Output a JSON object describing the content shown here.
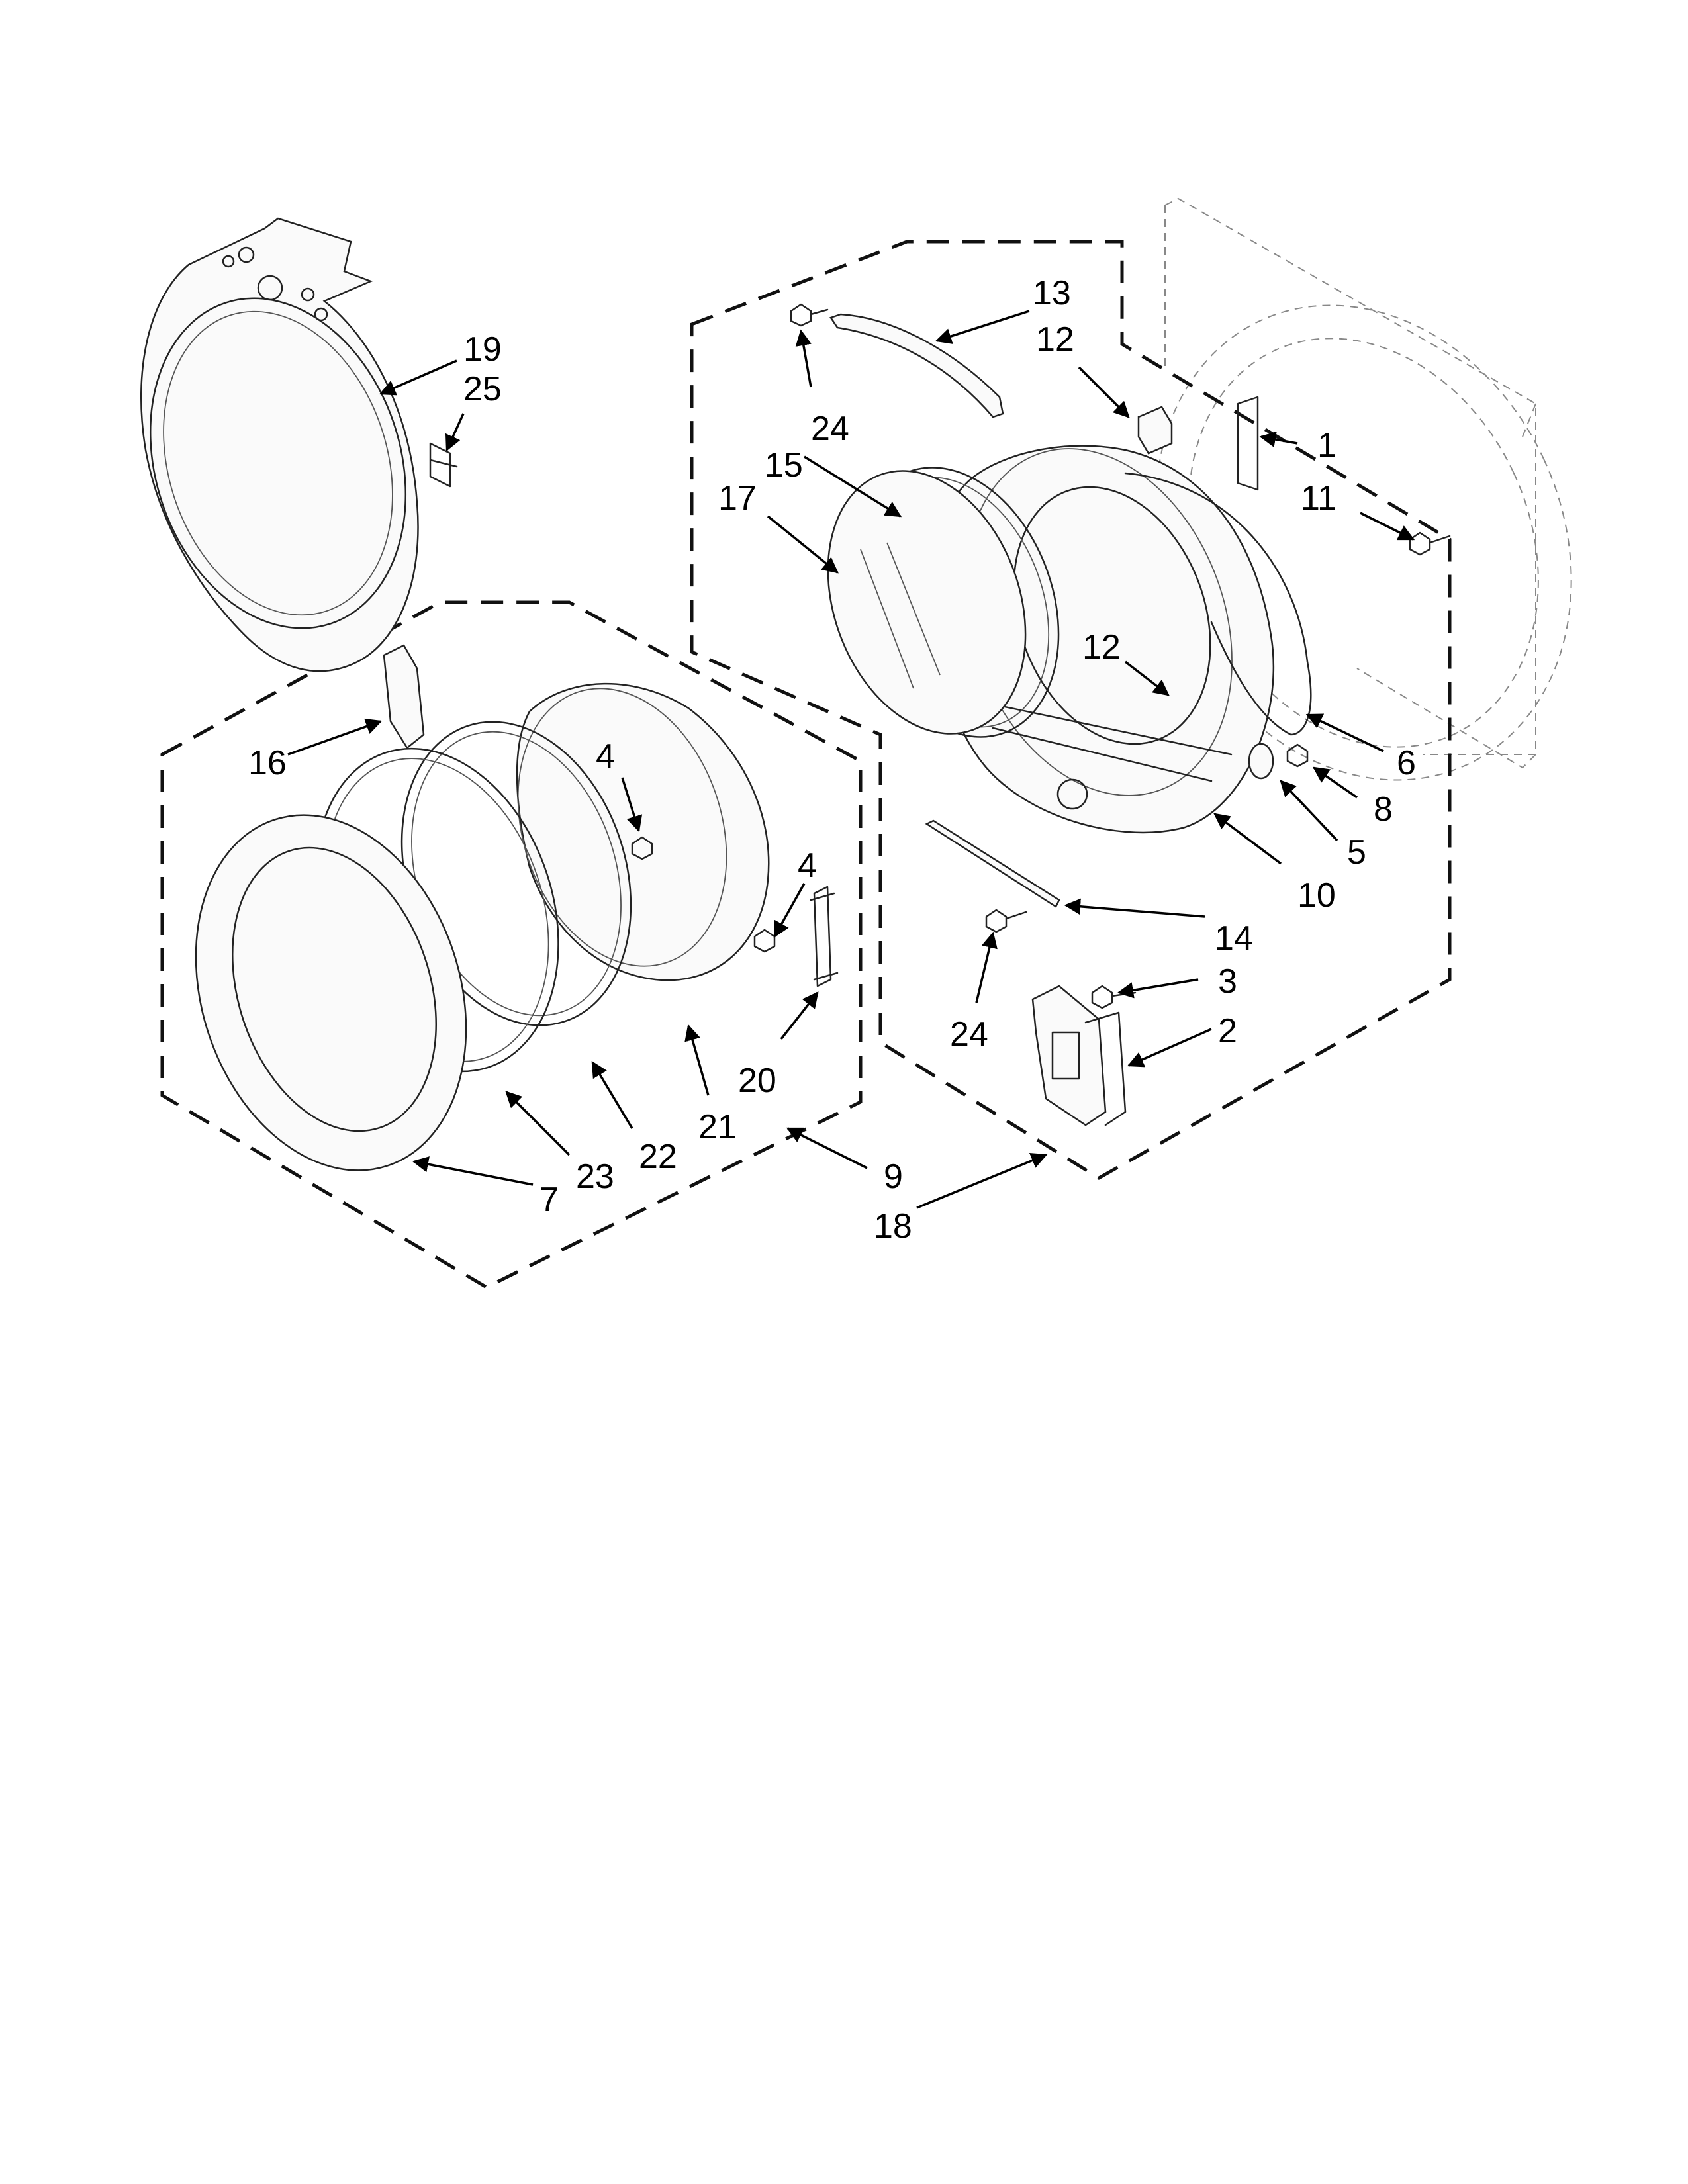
{
  "callouts": {
    "c1": "1",
    "c2": "2",
    "c3": "3",
    "c4a": "4",
    "c4b": "4",
    "c5": "5",
    "c6": "6",
    "c7": "7",
    "c8": "8",
    "c9": "9",
    "c10": "10",
    "c11": "11",
    "c12a": "12",
    "c12b": "12",
    "c13": "13",
    "c14": "14",
    "c15": "15",
    "c16": "16",
    "c17": "17",
    "c18": "18",
    "c19": "19",
    "c20": "20",
    "c21": "21",
    "c22": "22",
    "c23": "23",
    "c24a": "24",
    "c24b": "24",
    "c25": "25"
  }
}
